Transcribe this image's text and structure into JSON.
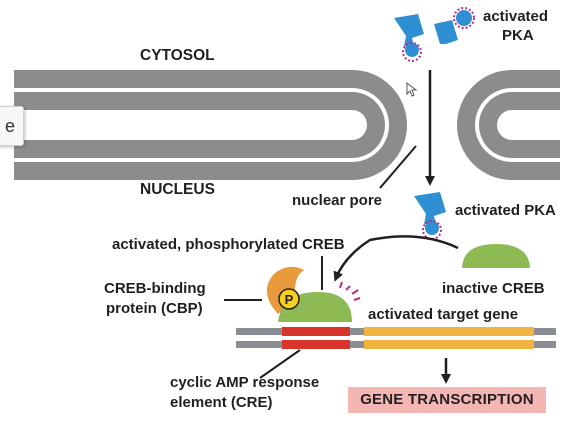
{
  "labels": {
    "cytosol": "CYTOSOL",
    "nucleus": "NUCLEUS",
    "activated_pka_top_line1": "activated",
    "activated_pka_top_line2": "PKA",
    "nuclear_pore": "nuclear pore",
    "activated_pka_mid": "activated PKA",
    "activated_phosphorylated_creb": "activated, phosphorylated CREB",
    "cbp_line1": "CREB-binding",
    "cbp_line2": "protein (CBP)",
    "inactive_creb": "inactive CREB",
    "activated_target_gene": "activated target gene",
    "cre_line1": "cyclic AMP response",
    "cre_line2": "element (CRE)",
    "gene_transcription": "GENE TRANSCRIPTION",
    "phosphate_symbol": "P",
    "overlay_tab_text": "e"
  },
  "icons": {
    "pka": "pka-kinase-shape-icon",
    "phosphate": "phosphate-circle-icon",
    "cursor": "mouse-pointer-icon"
  },
  "colors": {
    "membrane": "#8c8c8c",
    "pka": "#2f8fd3",
    "pka_site": "#b0318a",
    "creb": "#8dba52",
    "cbp": "#e89b3c",
    "phosphate": "#f5d11c",
    "dna": "#8a8d93",
    "cre": "#d9342b",
    "target_gene": "#f0b342",
    "gene_transcription_bg": "#f4b6b2",
    "text": "#231f20"
  }
}
